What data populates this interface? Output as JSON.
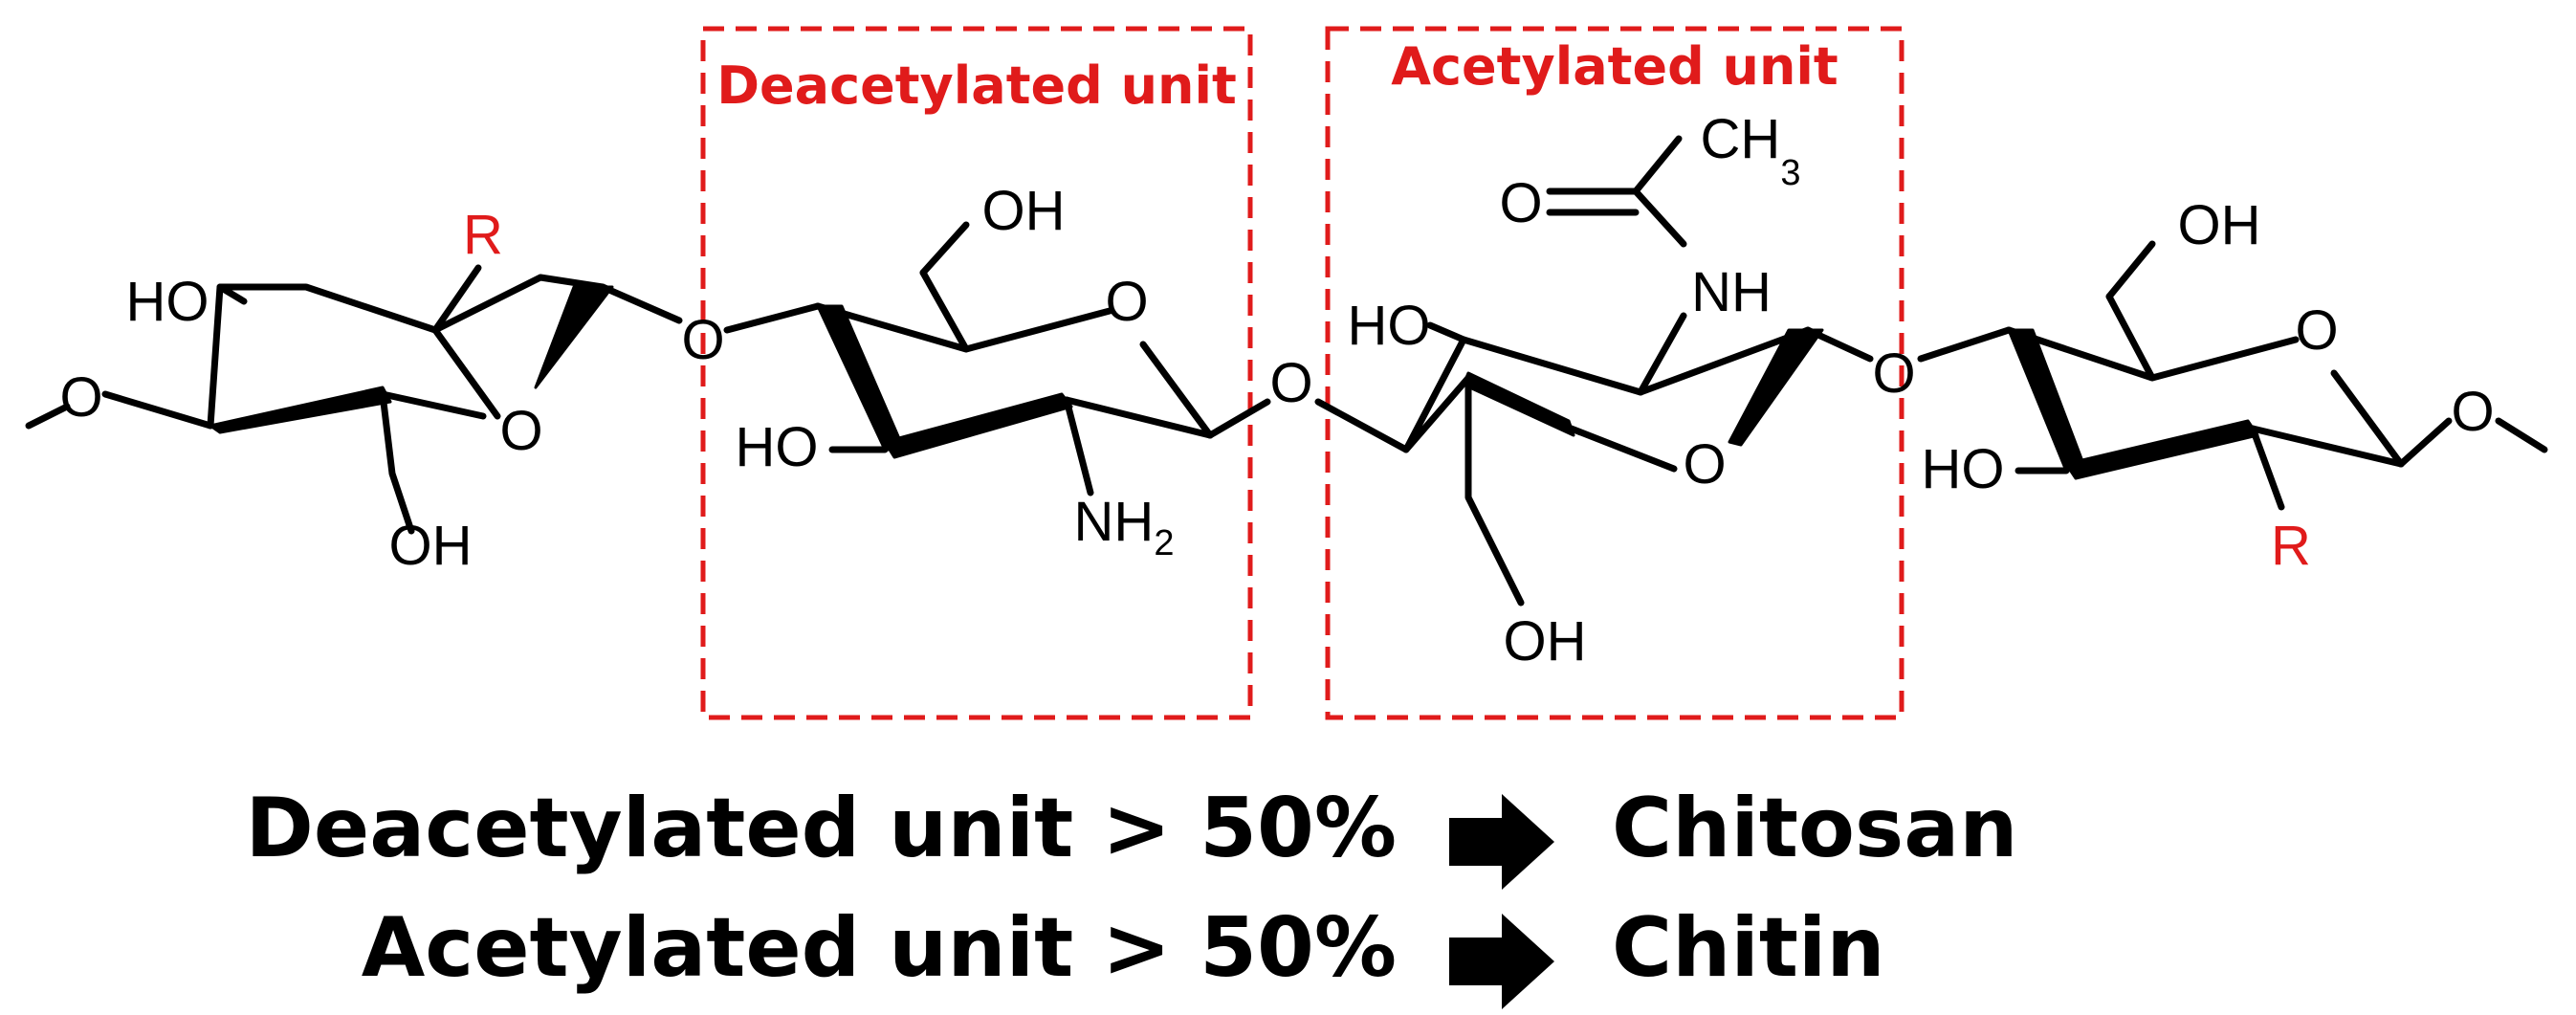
{
  "units": {
    "deacetylated_label": "Deacetylated unit",
    "acetylated_label": "Acetylated unit"
  },
  "atoms": {
    "ho": "HO",
    "oh": "OH",
    "o": "O",
    "r": "R",
    "nh2": "NH",
    "nh2_sub": "2",
    "nh": "NH",
    "ch3": "CH",
    "ch3_sub": "3"
  },
  "legend": [
    {
      "condition": "Deacetylated unit > 50%",
      "result": "Chitosan"
    },
    {
      "condition": "Acetylated unit  > 50%",
      "result": "Chitin"
    }
  ],
  "colors": {
    "highlight": "#e01b1b",
    "structure": "#000000"
  }
}
